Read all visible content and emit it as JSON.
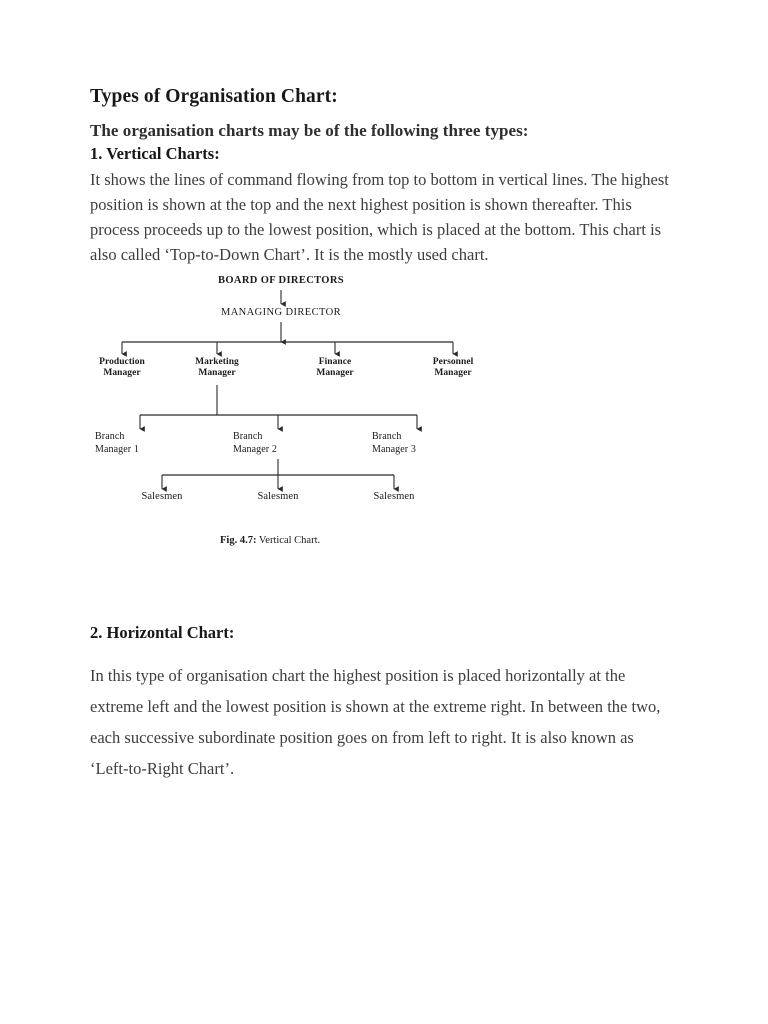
{
  "document": {
    "title": "Types of Organisation Chart:",
    "lead": "The organisation charts may be of the following three types:",
    "background_color": "#ffffff",
    "text_color": "#3d3d3d",
    "heading_color": "#181818"
  },
  "sections": [
    {
      "heading": "1. Vertical Charts:",
      "body": "It shows the lines of command flowing from top to bottom in vertical lines. The highest position is shown at the top and the next highest position is shown thereafter. This process proceeds up to the lowest position, which is placed at the bottom. This chart is also called ‘Top-to-Down Chart’. It is the mostly used chart."
    },
    {
      "heading": "2. Horizontal Chart:",
      "body": "In this type of organisation chart the highest position is placed horizontally at the extreme left and the lowest position is shown at the extreme right. In between the two, each successive subordinate position goes on from left to right. It is also known as ‘Left-to-Right Chart’."
    }
  ],
  "figure": {
    "caption_label": "Fig. 4.7:",
    "caption_text": " Vertical Chart.",
    "line_color": "#2b2b2b",
    "nodes": {
      "board": "BOARD OF DIRECTORS",
      "managing_director": "MANAGING DIRECTOR",
      "managers": [
        "Production\nManager",
        "Marketing\nManager",
        "Finance\nManager",
        "Personnel\nManager"
      ],
      "branch_managers": [
        "Branch\nManager  1",
        "Branch\nManager  2",
        "Branch\nManager  3"
      ],
      "salesmen": [
        "Salesmen",
        "Salesmen",
        "Salesmen"
      ]
    }
  },
  "chart_data": {
    "type": "diagram",
    "title": "Fig. 4.7: Vertical Chart.",
    "orientation": "top-to-bottom",
    "levels": [
      {
        "level": 1,
        "nodes": [
          "BOARD OF DIRECTORS"
        ]
      },
      {
        "level": 2,
        "nodes": [
          "MANAGING DIRECTOR"
        ]
      },
      {
        "level": 3,
        "nodes": [
          "Production Manager",
          "Marketing Manager",
          "Finance Manager",
          "Personnel Manager"
        ]
      },
      {
        "level": 4,
        "nodes": [
          "Branch Manager 1",
          "Branch Manager 2",
          "Branch Manager 3"
        ]
      },
      {
        "level": 5,
        "nodes": [
          "Salesmen",
          "Salesmen",
          "Salesmen"
        ]
      }
    ],
    "edges": [
      {
        "from": "BOARD OF DIRECTORS",
        "to": "MANAGING DIRECTOR"
      },
      {
        "from": "MANAGING DIRECTOR",
        "to": "Production Manager"
      },
      {
        "from": "MANAGING DIRECTOR",
        "to": "Marketing Manager"
      },
      {
        "from": "MANAGING DIRECTOR",
        "to": "Finance Manager"
      },
      {
        "from": "MANAGING DIRECTOR",
        "to": "Personnel Manager"
      },
      {
        "from": "Marketing Manager",
        "to": "Branch Manager 1"
      },
      {
        "from": "Marketing Manager",
        "to": "Branch Manager 2"
      },
      {
        "from": "Marketing Manager",
        "to": "Branch Manager 3"
      },
      {
        "from": "Branch Manager 2",
        "to": "Salesmen"
      },
      {
        "from": "Branch Manager 2",
        "to": "Salesmen"
      },
      {
        "from": "Branch Manager 2",
        "to": "Salesmen"
      }
    ]
  }
}
